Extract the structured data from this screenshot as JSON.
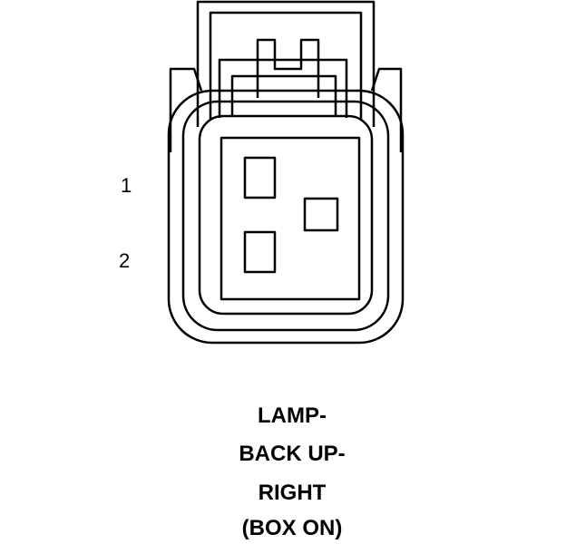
{
  "pins": [
    {
      "number": "1"
    },
    {
      "number": "2"
    }
  ],
  "caption": {
    "line1": "LAMP-",
    "line2": "BACK UP-",
    "line3": "RIGHT",
    "line4": "(BOX ON)"
  },
  "colors": {
    "stroke": "#000000",
    "background": "#ffffff"
  }
}
